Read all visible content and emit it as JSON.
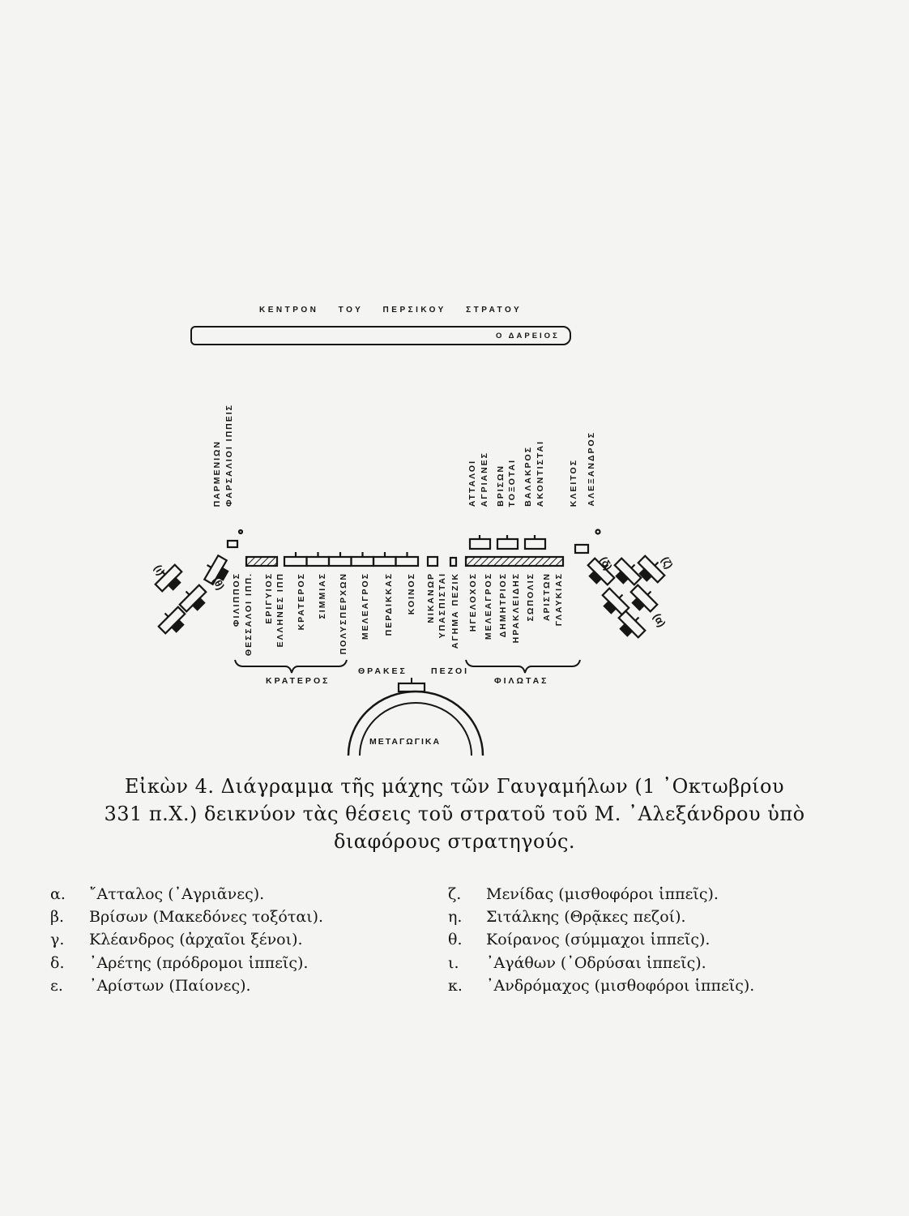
{
  "diagram": {
    "persian_center_title": "ΚΕΝΤΡΟΝ ΤΟΥ ΠΕΡΣΙΚΟΥ ΣΤΡΑΤΟΥ",
    "darius_label": "Ο ΔΑΡΕΙΟΣ",
    "upper_left_labels": [
      "ΠΑΡΜΕΝΙΩΝ",
      "ΦΑΡΣΑΛΙΟΙ ΙΠΠΕΙΣ"
    ],
    "upper_right_labels": [
      "ΑΤΤΑΛΟΙ",
      "ΑΓΡΙΑΝΕΣ",
      "ΒΡΙΣΩΝ",
      "ΤΟΞΟΤΑΙ",
      "ΒΑΛΑΚΡΟΣ",
      "ΑΚΟΝΤΙΣΤΑΙ",
      "ΚΛΕΙΤΟΣ",
      "ΑΛΕΞΑΝΔΡΟΣ"
    ],
    "line_labels": [
      "ΦΙΛΙΠΠΟΣ",
      "ΘΕΣΣΑΛΟΙ ΙΠΠ.",
      "ΕΡΙΓΥΙΟΣ",
      "ΕΛΛΗΝΕΣ ΙΠΠ",
      "ΚΡΑΤΕΡΟΣ",
      "ΣΙΜΜΙΑΣ",
      "ΠΟΛΥΣΠΕΡΧΩΝ",
      "ΜΕΛΕΑΓΡΟΣ",
      "ΠΕΡΔΙΚΚΑΣ",
      "ΚΟΙΝΟΣ",
      "ΝΙΚΑΝΩΡ",
      "ΥΠΑΣΠΙΣΤΑΙ",
      "ΑΓΗΜΑ ΠΕΖΙΚ",
      "ΗΓΕΛΟΧΟΣ",
      "ΜΕΛΕΑΓΡΟΣ",
      "ΔΗΜΗΤΡΙΟΣ",
      "ΗΡΑΚΛΕΙΔΗΣ",
      "ΣΩΠΟΛΙΣ",
      "ΑΡΙΣΤΩΝ",
      "ΓΛΑΥΚΙΑΣ"
    ],
    "group_krateros": "ΚΡΑΤΕΡΟΣ",
    "group_thrakes": "ΘΡΑΚΕΣ",
    "group_pezoi": "ΠΕΖΟΙ",
    "group_philotas": "ΦΙΛΩΤΑΣ",
    "baggage_label": "ΜΕΤΑΓΩΓΙΚΑ",
    "flank_labels_left": [
      "(ι)",
      "(θ)"
    ],
    "flank_labels_right": [
      "(δ)",
      "(ζ)",
      "(α)"
    ]
  },
  "caption": {
    "line1": "Εἰκὼν 4. Διάγραμμα τῆς μάχης τῶν Γαυγαμήλων (1 ᾿Οκτωβρίου",
    "line2": "331 π.Χ.) δεικνύον τὰς θέσεις τοῦ στρατοῦ τοῦ Μ. ᾿Αλεξάνδρου ὑπὸ",
    "line3": "διαφόρους στρατηγούς."
  },
  "legend": [
    {
      "letter": "α.",
      "text": "῎Ατταλος (᾿Αγριᾶνες)."
    },
    {
      "letter": "β.",
      "text": "Βρίσων (Μακεδόνες τοξόται)."
    },
    {
      "letter": "γ.",
      "text": "Κλέανδρος (ἀρχαῖοι ξένοι)."
    },
    {
      "letter": "δ.",
      "text": "᾿Αρέτης (πρόδρομοι ἱππεῖς)."
    },
    {
      "letter": "ε.",
      "text": "᾿Αρίστων (Παίονες)."
    },
    {
      "letter": "ζ.",
      "text": "Μενίδας (μισθοφόροι ἱππεῖς)."
    },
    {
      "letter": "η.",
      "text": "Σιτάλκης (Θρᾷκες πεζοί)."
    },
    {
      "letter": "θ.",
      "text": "Κοίρανος (σύμμαχοι ἱππεῖς)."
    },
    {
      "letter": "ι.",
      "text": "᾿Αγάθων (᾿Οδρύσαι ἱππεῖς)."
    },
    {
      "letter": "κ.",
      "text": "᾿Ανδρόμαχος (μισθοφόροι ἱππεῖς)."
    }
  ]
}
